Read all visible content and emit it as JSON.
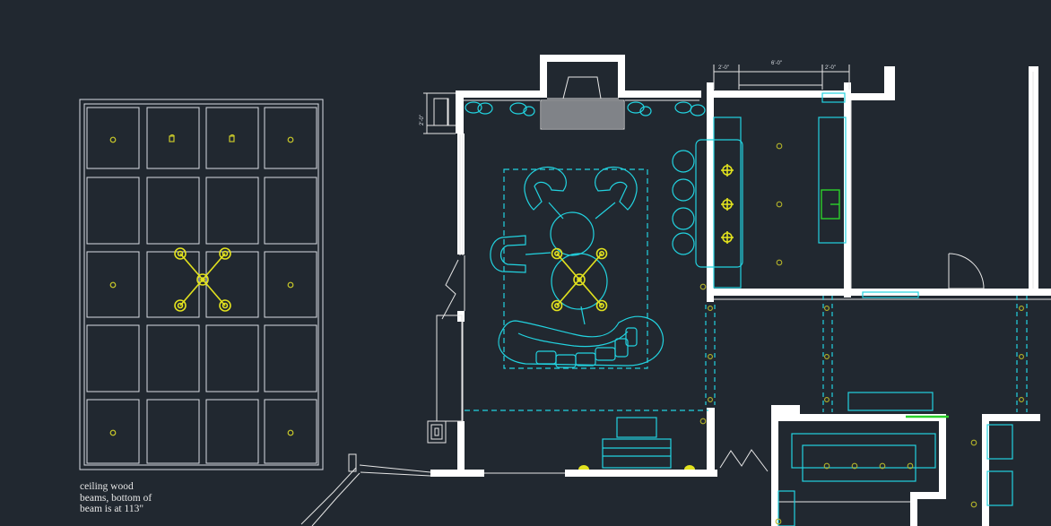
{
  "colors": {
    "background": "#212830",
    "walls": "#ffffff",
    "linework": "#d9dde3",
    "furniture": "#22d3e0",
    "fixtures": "#e2e21e",
    "accent_green": "#2bd12b"
  },
  "ceiling_note": {
    "lines": [
      "ceiling wood",
      "beams, bottom of",
      "beam is at 113\""
    ]
  },
  "dimensions": {
    "top_left": "2'-0\"",
    "top_center": "6'-0\"",
    "top_right": "2'-0\"",
    "left_vertical": "2'-0\""
  }
}
